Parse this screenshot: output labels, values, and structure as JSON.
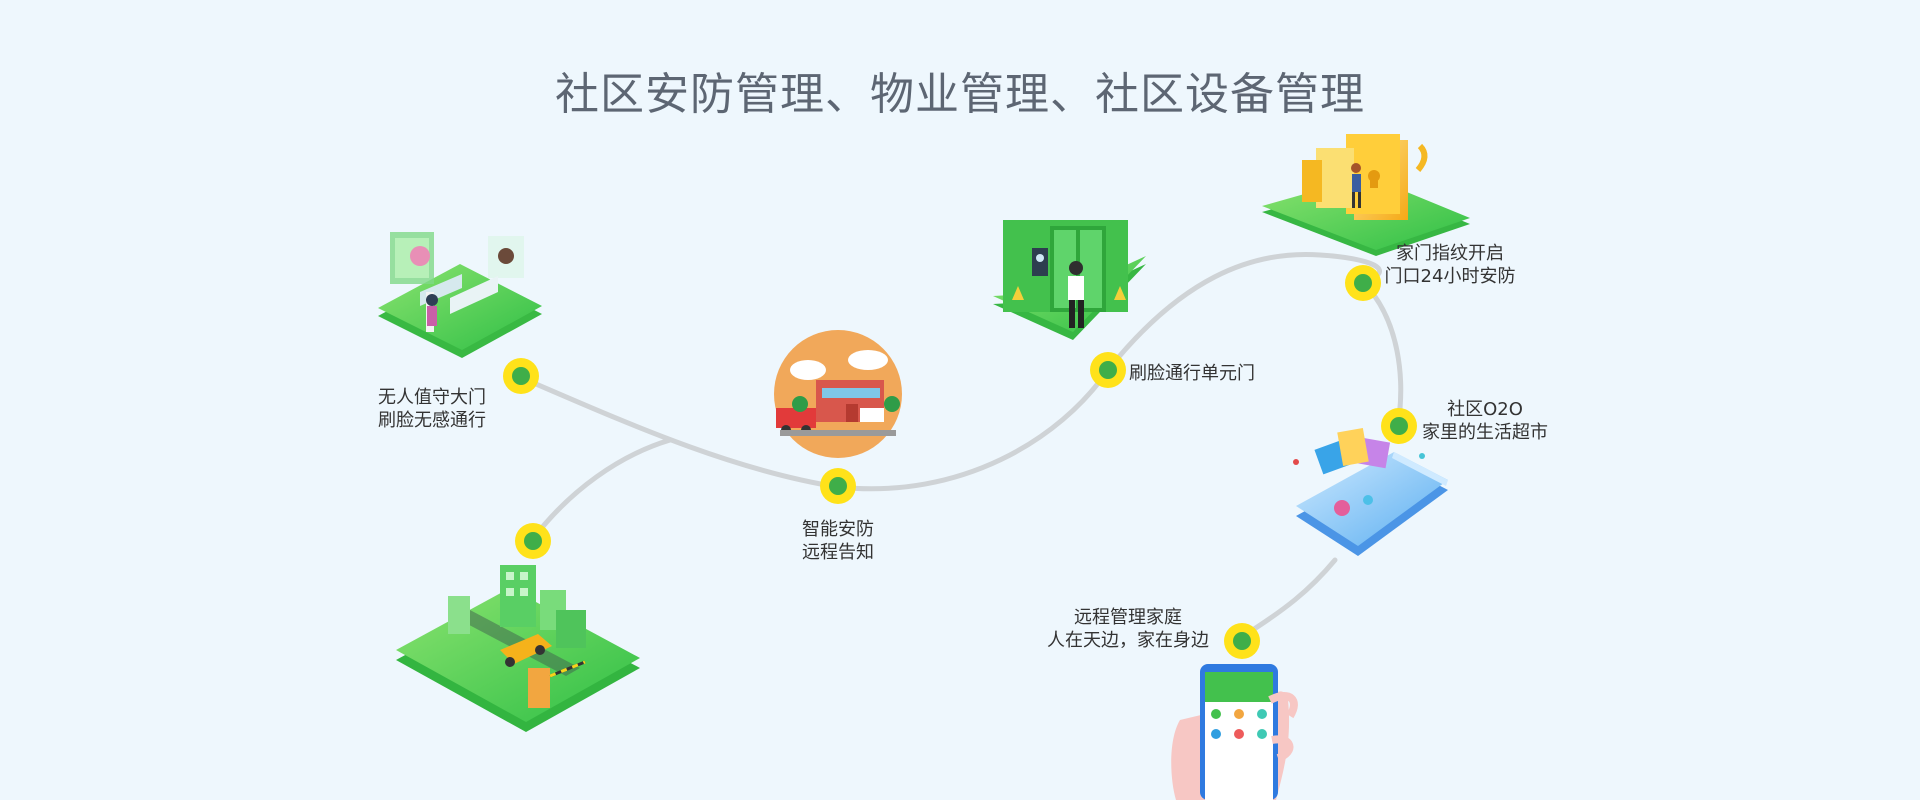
{
  "title": "社区安防管理、物业管理、社区设备管理",
  "colors": {
    "background": "#eef7fd",
    "path": "#cfd3d6",
    "node_ring": "#ffe21a",
    "node_core": "#3fae49",
    "illustration_green": "#45c94e",
    "illustration_orange": "#f2a64b"
  },
  "nodes": [
    {
      "id": "gate",
      "label_lines": [
        "无人值守大门",
        "刷脸无感通行"
      ]
    },
    {
      "id": "security",
      "label_lines": [
        "智能安防",
        "远程告知"
      ]
    },
    {
      "id": "face-door",
      "label_lines": [
        "刷脸通行单元门"
      ]
    },
    {
      "id": "fingerprint",
      "label_lines": [
        "家门指纹开启",
        "门口24小时安防"
      ]
    },
    {
      "id": "o2o",
      "label_lines": [
        "社区O2O",
        "家里的生活超市"
      ]
    },
    {
      "id": "remote",
      "label_lines": [
        "远程管理家庭",
        "人在天边，家在身边"
      ]
    },
    {
      "id": "parking",
      "label_lines": []
    }
  ],
  "illustrations": [
    "turnstile-illustration",
    "smart-parking-illustration",
    "fire-station-illustration",
    "face-recognition-door-illustration",
    "fingerprint-lock-illustration",
    "shopping-phone-illustration",
    "phone-app-hand-illustration"
  ]
}
